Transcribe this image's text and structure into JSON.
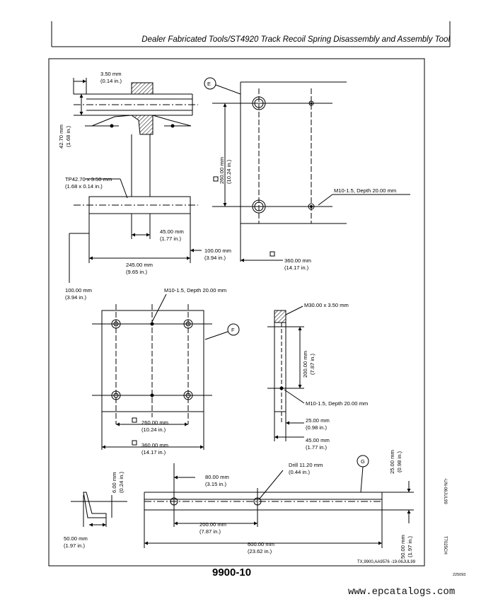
{
  "header": {
    "title": "Dealer Fabricated Tools/ST4920 Track Recoil Spring Disassembly and Assembly Tool"
  },
  "footer": {
    "page_number": "9900-10",
    "reference": "TX,9900,AA9576 -19-06JUL99",
    "id_code": "225093"
  },
  "side_labels": {
    "code_a": "T7025CH",
    "code_b": "-UN-06JUL99"
  },
  "watermark": "www.epcatalogs.com",
  "callouts": {
    "e": "E",
    "f": "F",
    "g": "G"
  },
  "dims": {
    "tube_wall_mm": "3.50 mm",
    "tube_wall_in": "(0.14 in.)",
    "tube_dia_mm": "42.70 mm",
    "tube_dia_in": "(1.68 in.)",
    "tp_mm": "TP42.70 x 3.50 mm",
    "tp_in": "(1.68 x 0.14 in.)",
    "plate_offset_mm": "45.00 mm",
    "plate_offset_in": "(1.77 in.)",
    "plate_height_mm": "100.00 mm",
    "plate_height_in": "(3.94 in.)",
    "plate_width_mm": "245.00 mm",
    "plate_width_in": "(9.65 in.)",
    "plate_thick_mm": "100.00 mm",
    "plate_thick_in": "(3.94 in.)",
    "e_hole_spacing_mm": "260.00 mm",
    "e_hole_spacing_in": "(10.24 in.)",
    "e_thread": "M10-1.5, Depth 20.00 mm",
    "e_length_mm": "360.00 mm",
    "e_length_in": "(14.17 in.)",
    "f_thread": "M10-1.5, Depth 20.00 mm",
    "f_spacing_mm": "260.00 mm",
    "f_spacing_in": "(10.24 in.)",
    "f_length_mm": "360.00 mm",
    "f_length_in": "(14.17 in.)",
    "f_side_thread": "M30.00 x 3.50 mm",
    "f_side_spacing_mm": "200.00 mm",
    "f_side_spacing_in": "(7.87 in.)",
    "f_side_thread2": "M10-1.5, Depth 20.00 mm",
    "f_side_w1_mm": "25.00 mm",
    "f_side_w1_in": "(0.98 in.)",
    "f_side_w2_mm": "45.00 mm",
    "f_side_w2_in": "(1.77 in.)",
    "g_thick_mm": "6.00 mm",
    "g_thick_in": "(0.24 in.)",
    "g_leg_mm": "50.00 mm",
    "g_leg_in": "(1.97 in.)",
    "g_hole_offset_mm": "80.00 mm",
    "g_hole_offset_in": "(3.15 in.)",
    "g_drill_mm": "Drill 11.20 mm",
    "g_drill_in": "(0.44 in.)",
    "g_spacing_mm": "200.00 mm",
    "g_spacing_in": "(7.87 in.)",
    "g_length_mm": "600.00 mm",
    "g_length_in": "(23.62 in.)",
    "g_height1_mm": "25.00 mm",
    "g_height1_in": "(0.98 in.)",
    "g_height2_mm": "50.00 mm",
    "g_height2_in": "(1.97 in.)"
  }
}
